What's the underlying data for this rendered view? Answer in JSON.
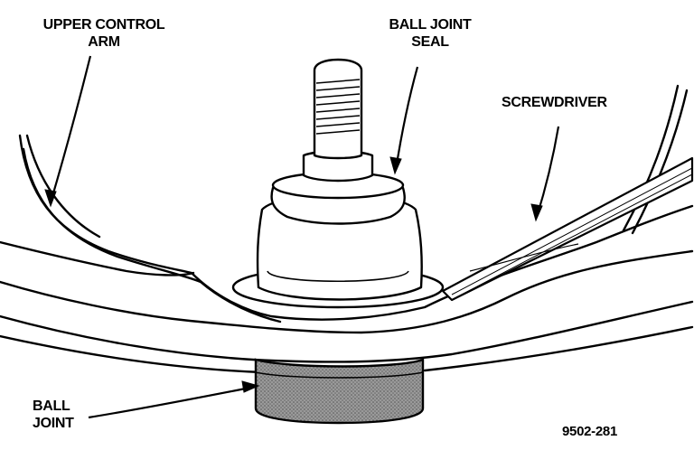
{
  "labels": {
    "upper_control_arm": [
      "UPPER CONTROL",
      "ARM"
    ],
    "ball_joint_seal": [
      "BALL JOINT",
      "SEAL"
    ],
    "screwdriver": "SCREWDRIVER",
    "ball_joint": [
      "BALL",
      "JOINT"
    ]
  },
  "figure_id": "9502-281",
  "colors": {
    "ink": "#000000",
    "paper": "#ffffff",
    "ball_joint_fill": "#8a8a8a"
  }
}
